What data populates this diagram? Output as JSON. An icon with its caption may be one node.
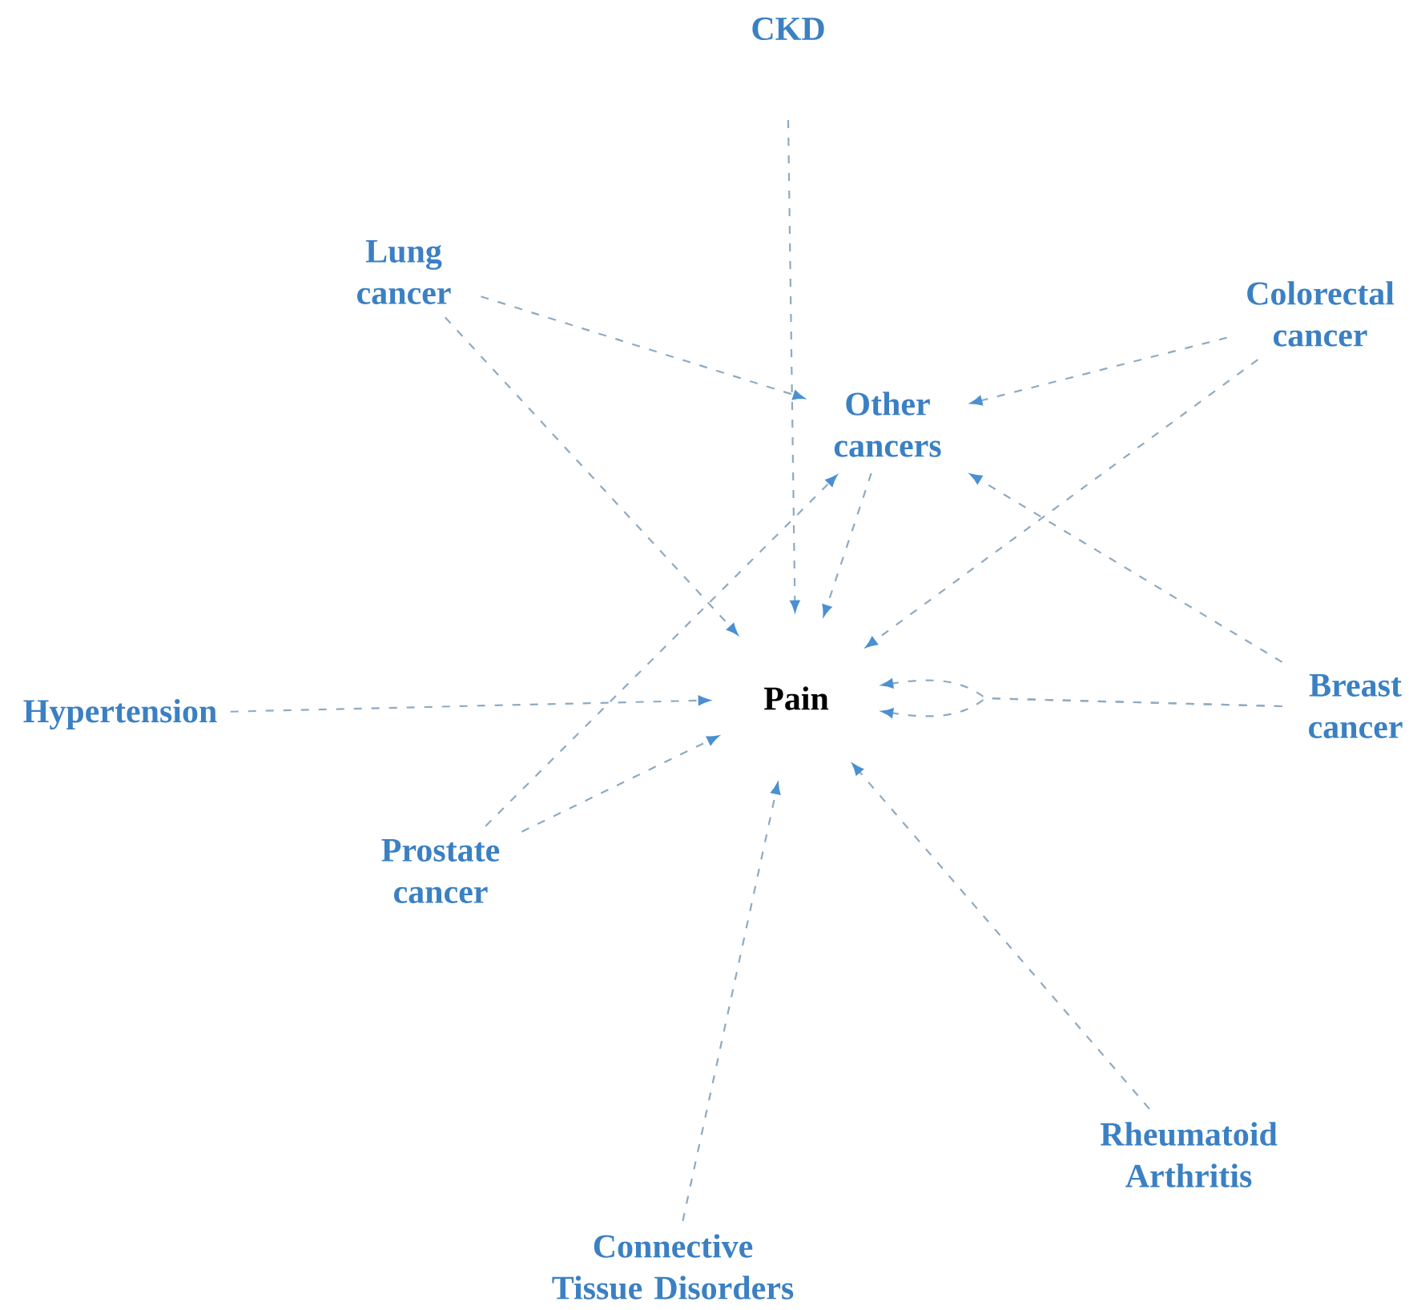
{
  "diagram": {
    "nodes": [
      {
        "text": [
          "CKD"
        ]
      },
      {
        "text": [
          "Lung cancer"
        ]
      },
      {
        "text": [
          "Colorectal cancer"
        ]
      },
      {
        "text": [
          "Other cancers"
        ]
      },
      {
        "text": [
          "Pain"
        ]
      },
      {
        "text": [
          "Hypertension"
        ]
      },
      {
        "text": [
          "Breast cancer"
        ]
      },
      {
        "text": [
          "Prostate cancer"
        ]
      },
      {
        "text": [
          "Rheumatoid Arthritis"
        ]
      },
      {
        "text": [
          "Connective Tissue Disorders"
        ]
      }
    ],
    "edges": [
      {
        "from": 0,
        "to": 4,
        "arrow": "to"
      },
      {
        "from": 1,
        "to": 3,
        "arrow": "to"
      },
      {
        "from": 1,
        "to": 4,
        "arrow": "to"
      },
      {
        "from": 2,
        "to": 3,
        "arrow": "to"
      },
      {
        "from": 2,
        "to": 4,
        "arrow": "to"
      },
      {
        "from": 3,
        "to": 4,
        "arrow": "to"
      },
      {
        "from": 6,
        "to": 3,
        "arrow": "to"
      },
      {
        "from": 6,
        "to": 4,
        "arrow": "to"
      },
      {
        "from": 6,
        "to": 4,
        "arrow": "to"
      },
      {
        "from": 5,
        "to": 4,
        "arrow": "to"
      },
      {
        "from": 7,
        "to": 3,
        "arrow": "to"
      },
      {
        "from": 7,
        "to": 4,
        "arrow": "to"
      },
      {
        "from": 9,
        "to": 4,
        "arrow": "to"
      },
      {
        "from": 8,
        "to": 4,
        "arrow": "to"
      }
    ]
  }
}
